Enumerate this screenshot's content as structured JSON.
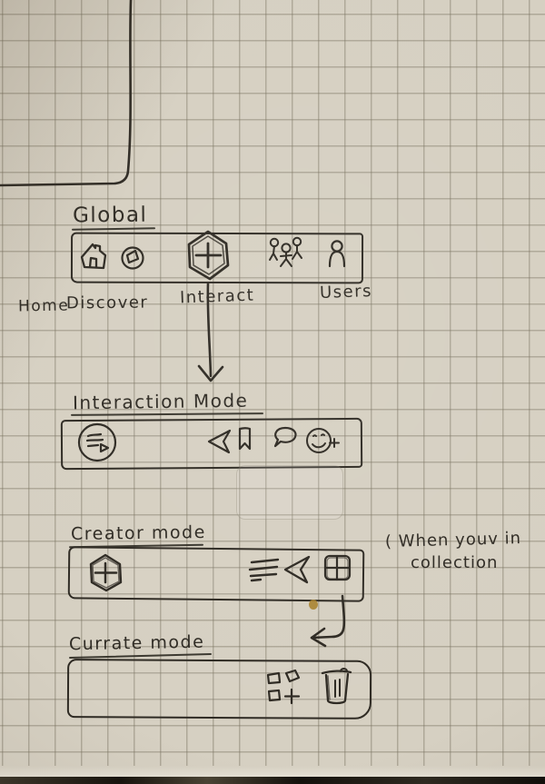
{
  "sketch": {
    "global": {
      "title": "Global",
      "caption_home": "Home",
      "caption_discover": "Discover",
      "caption_interact": "Interact",
      "caption_users": "Users",
      "icons": [
        "home",
        "discover",
        "interact-hexagon-plus",
        "users-group",
        "user"
      ]
    },
    "interaction": {
      "title": "Interaction Mode",
      "icons": [
        "feed-list-cursor",
        "cursor-pointer",
        "bookmark",
        "comment-bubble",
        "add-reaction-smiley"
      ]
    },
    "creator": {
      "title": "Creator mode",
      "annotation_line1": "( When youv in",
      "annotation_line2": "collection",
      "icons": [
        "hexagon-plus",
        "menu-lines",
        "cursor-pointer",
        "grid-window"
      ]
    },
    "currate": {
      "title": "Currate mode",
      "icons": [
        "add-to-collection",
        "trash"
      ]
    },
    "colors": {
      "ink": "#2e2a23",
      "paper": "#d6d0c2",
      "grid_line": "#8e8878",
      "stain": "#a9822f"
    }
  }
}
